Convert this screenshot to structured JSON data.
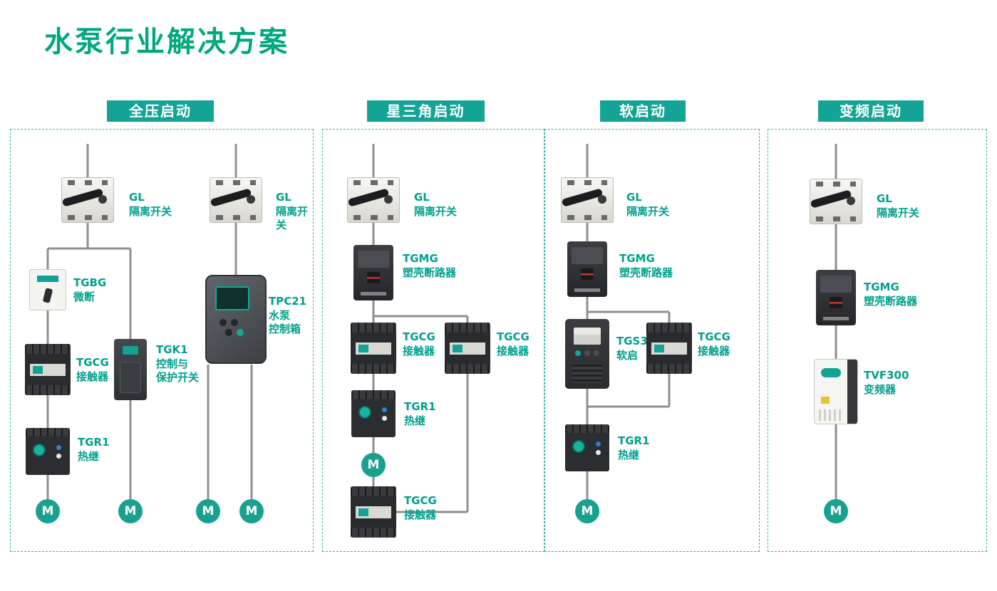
{
  "title": "水泵行业解决方案",
  "motor_label": "M",
  "colors": {
    "accent": "#00A08C",
    "title": "#00A87E",
    "header_bg": "#13A495",
    "motor_bg": "#18A18D",
    "line": "#8F8F8F",
    "panel_border": "#35B4A2"
  },
  "panels": [
    {
      "header": "全压启动",
      "devices": [
        {
          "label": "GL\n隔离开关"
        },
        {
          "label": "TGBG\n微断"
        },
        {
          "label": "TGCG\n接触器"
        },
        {
          "label": "TGR1\n热继"
        },
        {
          "label": "TGK1\n控制与\n保护开关"
        },
        {
          "label": "GL\n隔离开关"
        },
        {
          "label": "TPC21\n水泵\n控制箱"
        }
      ]
    },
    {
      "header": "星三角启动",
      "devices": [
        {
          "label": "GL\n隔离开关"
        },
        {
          "label": "TGMG\n塑壳断路器"
        },
        {
          "label": "TGCG\n接触器"
        },
        {
          "label": "TGCG\n接触器"
        },
        {
          "label": "TGR1\n热继"
        },
        {
          "label": "TGCG\n接触器"
        }
      ]
    },
    {
      "header": "软启动",
      "devices": [
        {
          "label": "GL\n隔离开关"
        },
        {
          "label": "TGMG\n塑壳断路器"
        },
        {
          "label": "TGS3\n软启"
        },
        {
          "label": "TGCG\n接触器"
        },
        {
          "label": "TGR1\n热继"
        }
      ]
    },
    {
      "header": "变频启动",
      "devices": [
        {
          "label": "GL\n隔离开关"
        },
        {
          "label": "TGMG\n塑壳断路器"
        },
        {
          "label": "TVF300\n变频器"
        }
      ]
    }
  ]
}
